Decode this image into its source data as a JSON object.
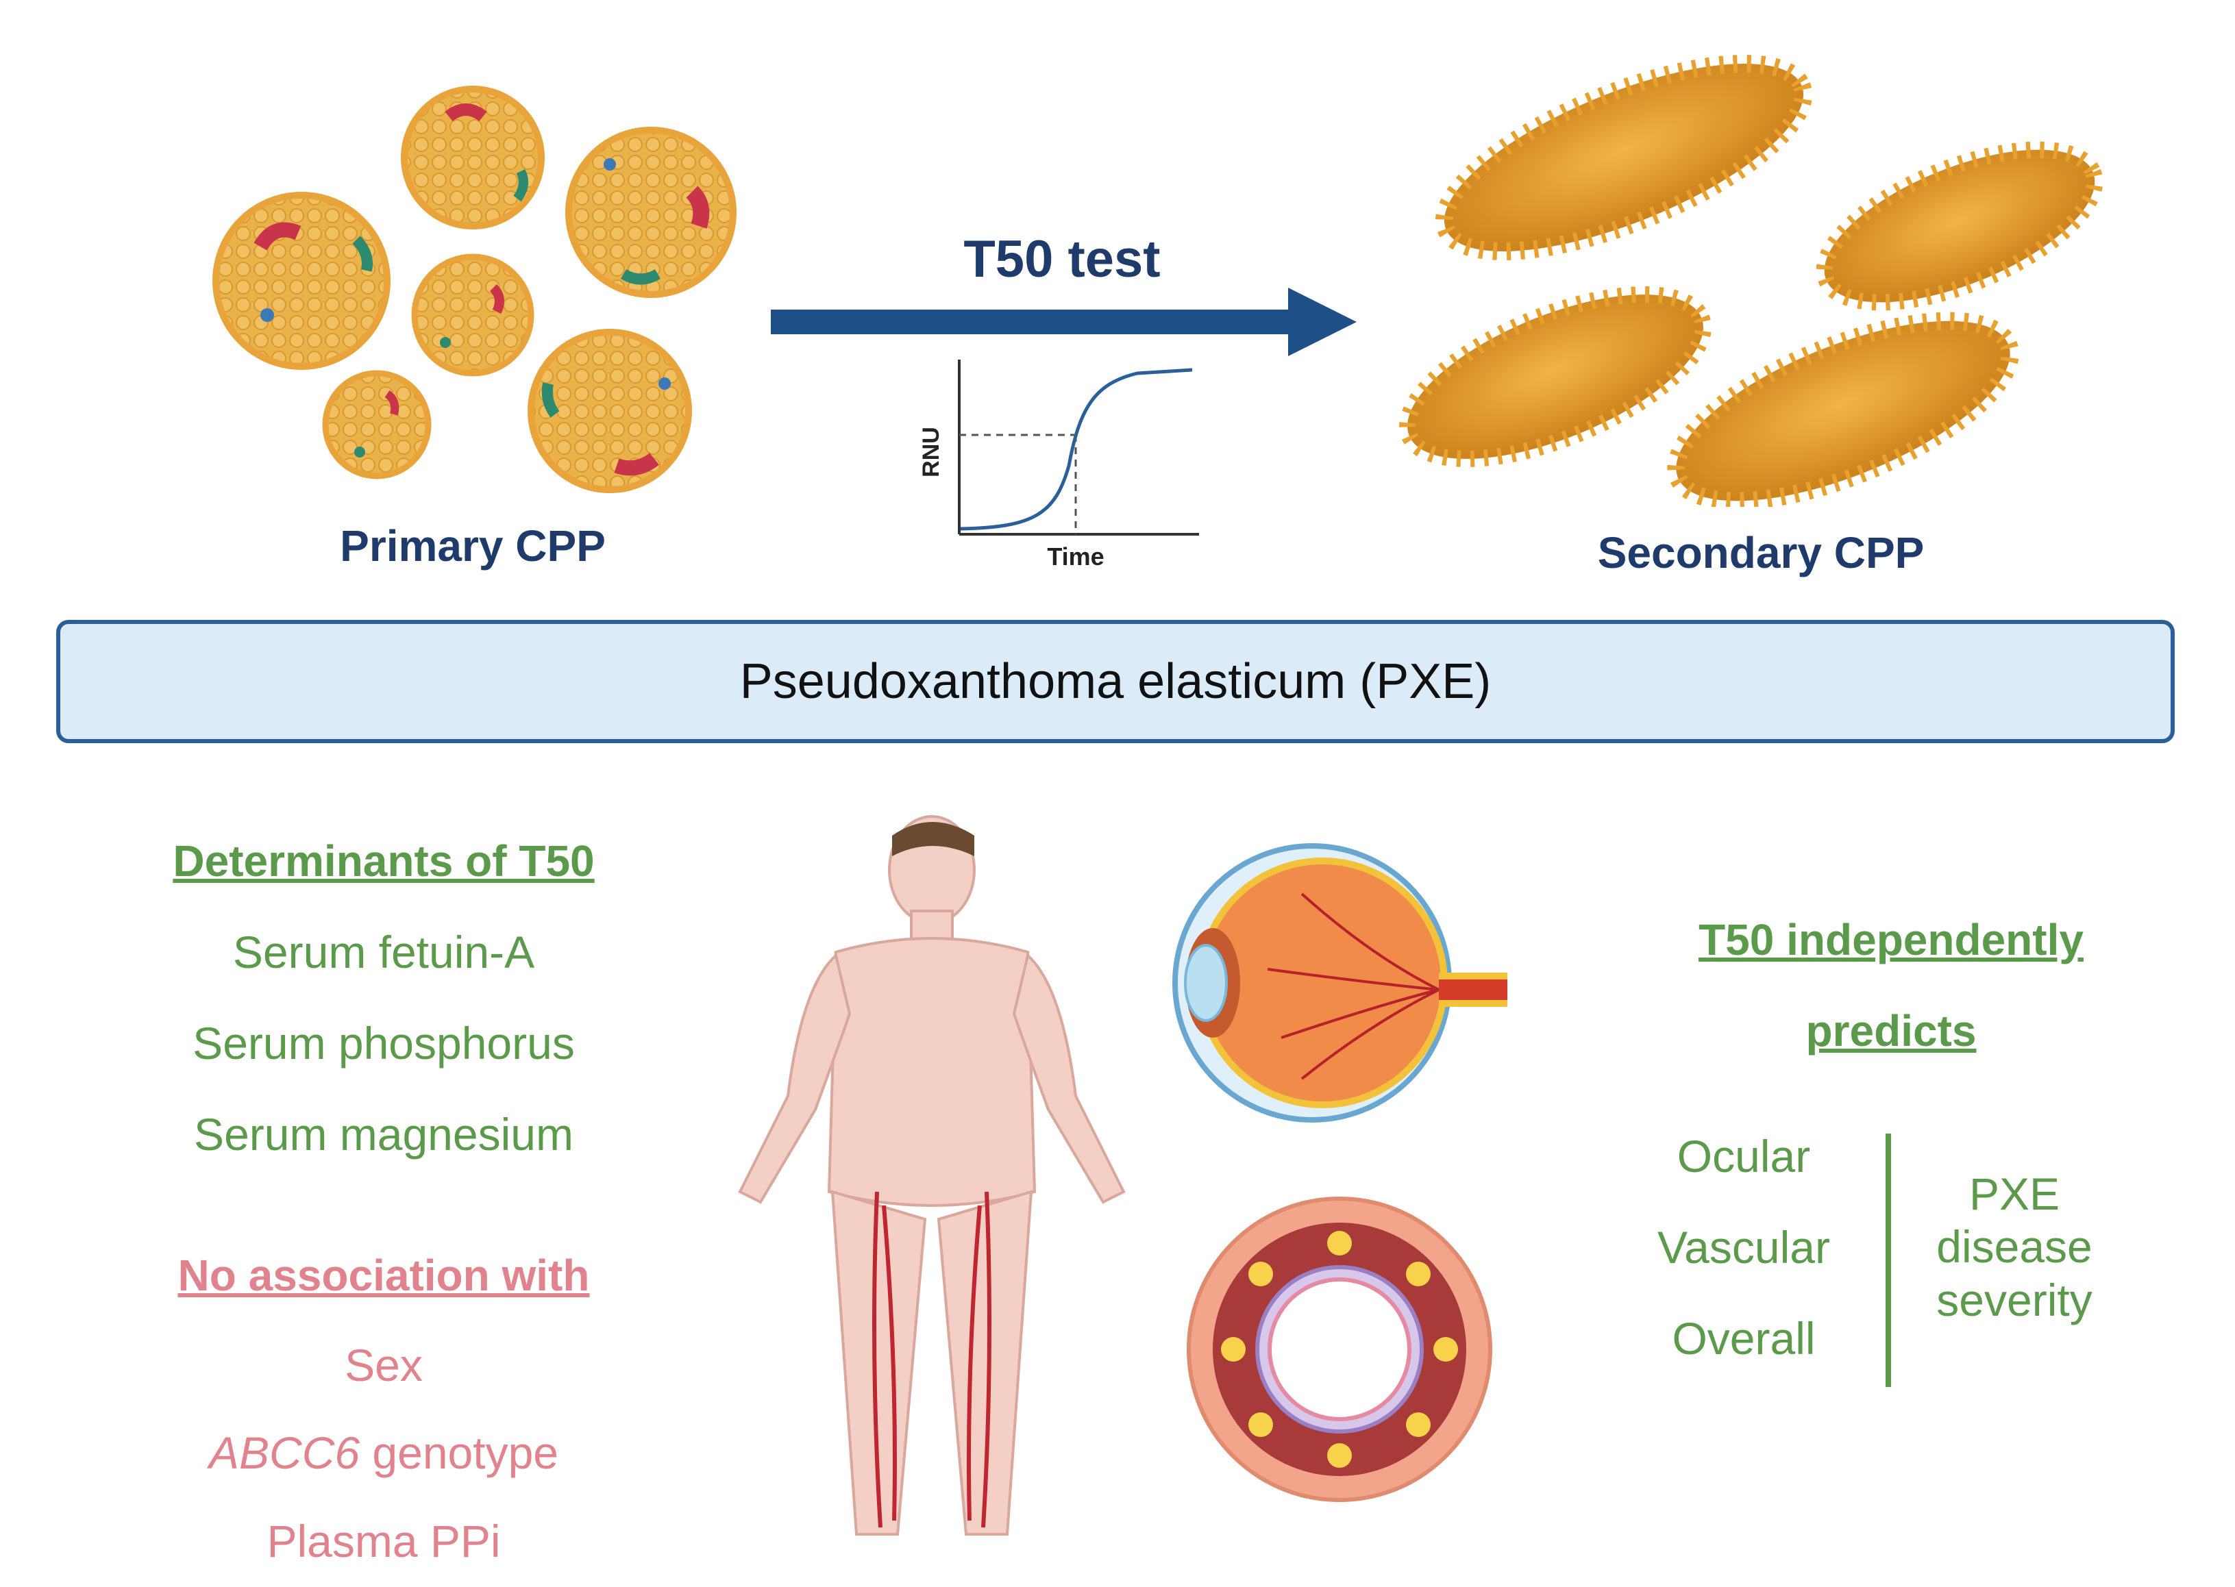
{
  "top": {
    "left_label": "Primary CPP",
    "right_label": "Secondary CPP",
    "arrow_label": "T50 test",
    "mini_chart": {
      "ylabel": "RNU",
      "xlabel": "Time"
    }
  },
  "banner": {
    "text": "Pseudoxanthoma elasticum (PXE)"
  },
  "determinants": {
    "heading": "Determinants of T50",
    "items": [
      "Serum fetuin-A",
      "Serum phosphorus",
      "Serum magnesium"
    ]
  },
  "no_association": {
    "heading": "No association with",
    "items": [
      {
        "italic": "",
        "text": "Sex"
      },
      {
        "italic": "ABCC6",
        "text": " genotype"
      },
      {
        "italic": "",
        "text": "Plasma PPi"
      }
    ]
  },
  "predicts": {
    "heading_line1": "T50 independently",
    "heading_line2": "predicts",
    "items": [
      "Ocular",
      "Vascular",
      "Overall"
    ],
    "outcome": [
      "PXE",
      "disease",
      "severity"
    ]
  },
  "colors": {
    "dark_blue": "#1f3b6b",
    "arrow_blue": "#1d4f86",
    "banner_fill": "#dcebf8",
    "banner_border": "#2a5f9a",
    "green": "#5a9a4a",
    "pink": "#e0838c",
    "particle_orange": "#e0a63a"
  }
}
